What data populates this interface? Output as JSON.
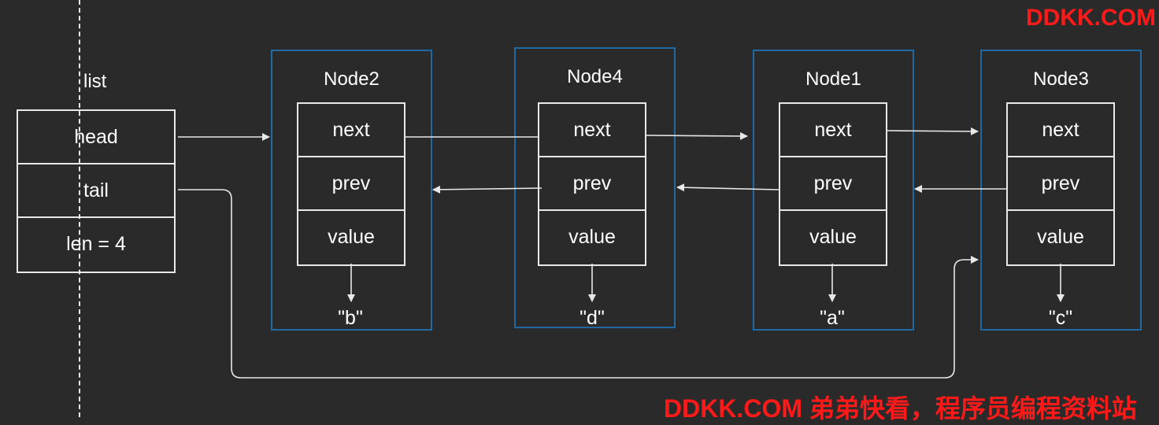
{
  "list": {
    "label": "list",
    "fields": [
      "head",
      "tail",
      "len = 4"
    ]
  },
  "nodes": [
    {
      "title": "Node2",
      "fields": [
        "next",
        "prev",
        "value"
      ],
      "value": "\"b\""
    },
    {
      "title": "Node4",
      "fields": [
        "next",
        "prev",
        "value"
      ],
      "value": "\"d\""
    },
    {
      "title": "Node1",
      "fields": [
        "next",
        "prev",
        "value"
      ],
      "value": "\"a\""
    },
    {
      "title": "Node3",
      "fields": [
        "next",
        "prev",
        "value"
      ],
      "value": "\"c\""
    }
  ],
  "watermark": {
    "top": "DDKK.COM",
    "bottom": "DDKK.COM 弟弟快看，程序员编程资料站"
  },
  "colors": {
    "background": "#2a2a2a",
    "node_border": "#1f6aa5",
    "line": "#e8e8e8",
    "watermark": "#ff1a1a"
  }
}
